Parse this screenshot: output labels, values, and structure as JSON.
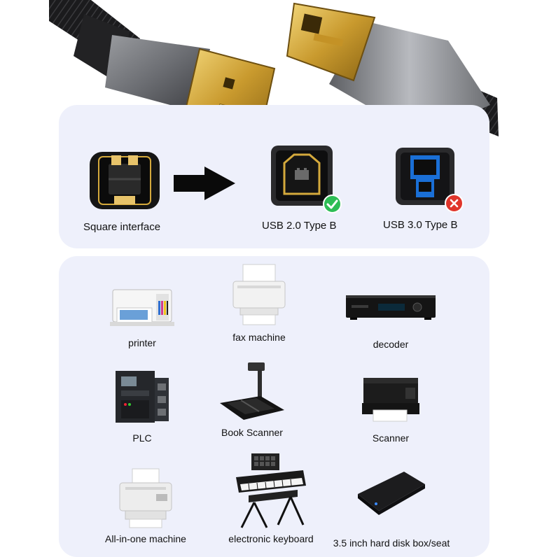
{
  "interfaces": {
    "source_label": "Square interface",
    "compatible_label": "USB 2.0 Type B",
    "incompatible_label": "USB 3.0 Type B"
  },
  "status_icons": {
    "compatible": "check-icon",
    "incompatible": "cross-icon"
  },
  "colors": {
    "panel": "#eef0fb",
    "gold": "#d4a93c",
    "usb3_blue": "#1a6fd6",
    "ok_green": "#2dbd55",
    "bad_red": "#e0352b"
  },
  "devices": [
    {
      "label": "printer",
      "icon": "printer-icon"
    },
    {
      "label": "fax machine",
      "icon": "fax-machine-icon"
    },
    {
      "label": "decoder",
      "icon": "decoder-icon"
    },
    {
      "label": "PLC",
      "icon": "plc-icon"
    },
    {
      "label": "Book Scanner",
      "icon": "book-scanner-icon"
    },
    {
      "label": "Scanner",
      "icon": "scanner-icon"
    },
    {
      "label": "All-in-one machine",
      "icon": "all-in-one-icon"
    },
    {
      "label": "electronic keyboard",
      "icon": "keyboard-icon"
    },
    {
      "label": "3.5 inch hard disk box/seat",
      "icon": "hard-disk-box-icon"
    }
  ]
}
